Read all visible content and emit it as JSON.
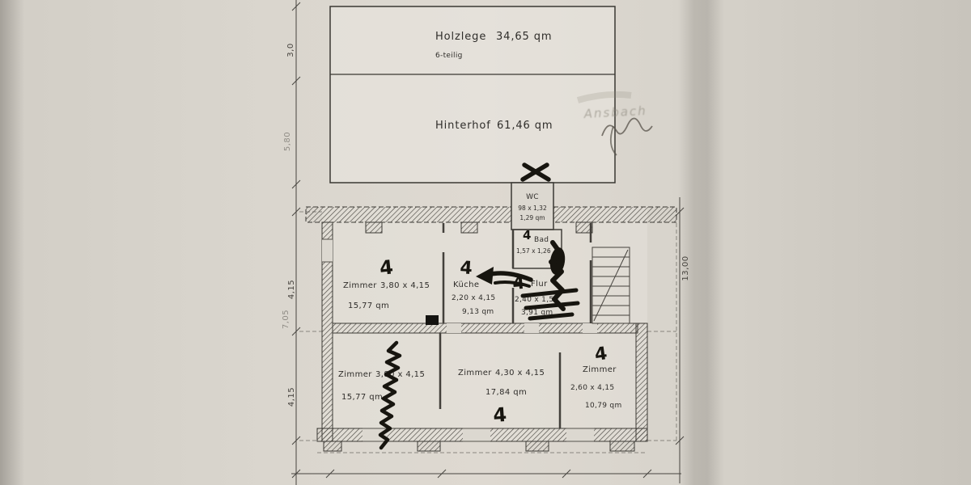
{
  "courtyard": {
    "holzlege": {
      "name": "Holzlege",
      "area": "34,65 qm",
      "note": "6-teilig"
    },
    "hinterhof": {
      "name": "Hinterhof",
      "area": "61,46 qm"
    }
  },
  "stamp": {
    "text": "Ansbach"
  },
  "rooms": {
    "wc": {
      "name": "WC",
      "dims": "98 x 1,32",
      "area": "1,29 qm"
    },
    "bad": {
      "name": "Bad",
      "dims": "1,57 x 1,26"
    },
    "zimmer_tl": {
      "name": "Zimmer",
      "dims": "3,80 x 4,15",
      "area": "15,77 qm"
    },
    "kueche": {
      "name": "Küche",
      "dims": "2,20 x 4,15",
      "area": "9,13 qm"
    },
    "flur": {
      "name": "Flur",
      "dims": "2,40 x 1,50",
      "area": "3,91 qm"
    },
    "zimmer_bl": {
      "name": "Zimmer",
      "dims": "3,80 x 4,15",
      "area": "15,77 qm"
    },
    "zimmer_bm": {
      "name": "Zimmer",
      "dims": "4,30 x 4,15",
      "area": "17,84 qm"
    },
    "zimmer_br": {
      "name": "Zimmer",
      "dims": "2,60 x 4,15",
      "area": "10,79 qm"
    }
  },
  "dimensions": {
    "left": [
      "3,0",
      "5,80",
      "7,05",
      "4,15",
      "4,15"
    ],
    "right": "13,00"
  },
  "annotations": {
    "mark": "4"
  }
}
